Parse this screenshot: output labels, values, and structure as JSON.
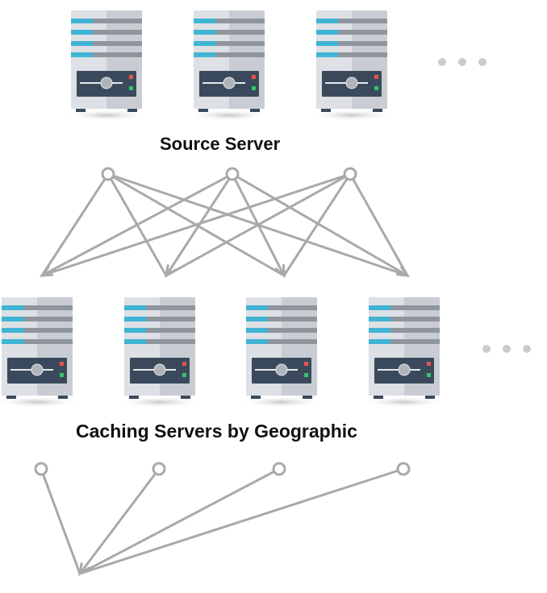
{
  "diagram": {
    "source_label": "Source Server",
    "caching_label": "Caching Servers by Geographic",
    "source_servers": [
      {
        "id": "source-1"
      },
      {
        "id": "source-2"
      },
      {
        "id": "source-3"
      }
    ],
    "caching_servers": [
      {
        "id": "cache-1"
      },
      {
        "id": "cache-2"
      },
      {
        "id": "cache-3"
      },
      {
        "id": "cache-4"
      }
    ],
    "has_more_source": true,
    "has_more_caching": true
  },
  "colors": {
    "rack_light": "#dde0e4",
    "rack_shade": "#c9cdd3",
    "slot_accent": "#3fb4d4",
    "slot_gray": "#8e959c",
    "panel": "#3a4a5c",
    "led_red": "#e8524a",
    "led_green": "#36c46b",
    "connector": "#a9a9a9",
    "dots": "#c8ccd0"
  },
  "icons": {
    "server": "server-icon",
    "node": "connection-node-icon",
    "arrowhead": "arrowhead-icon",
    "more": "ellipsis-icon"
  }
}
